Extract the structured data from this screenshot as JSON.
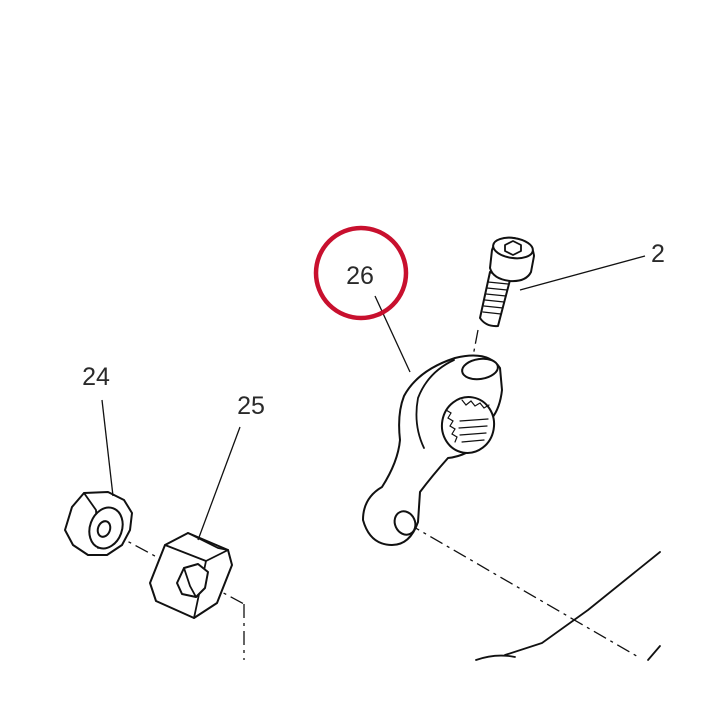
{
  "callouts": {
    "part_24": "24",
    "part_25": "25",
    "part_26": "26",
    "part_27_partial": "2"
  },
  "highlight": {
    "target": "26",
    "color": "#c8102e"
  }
}
